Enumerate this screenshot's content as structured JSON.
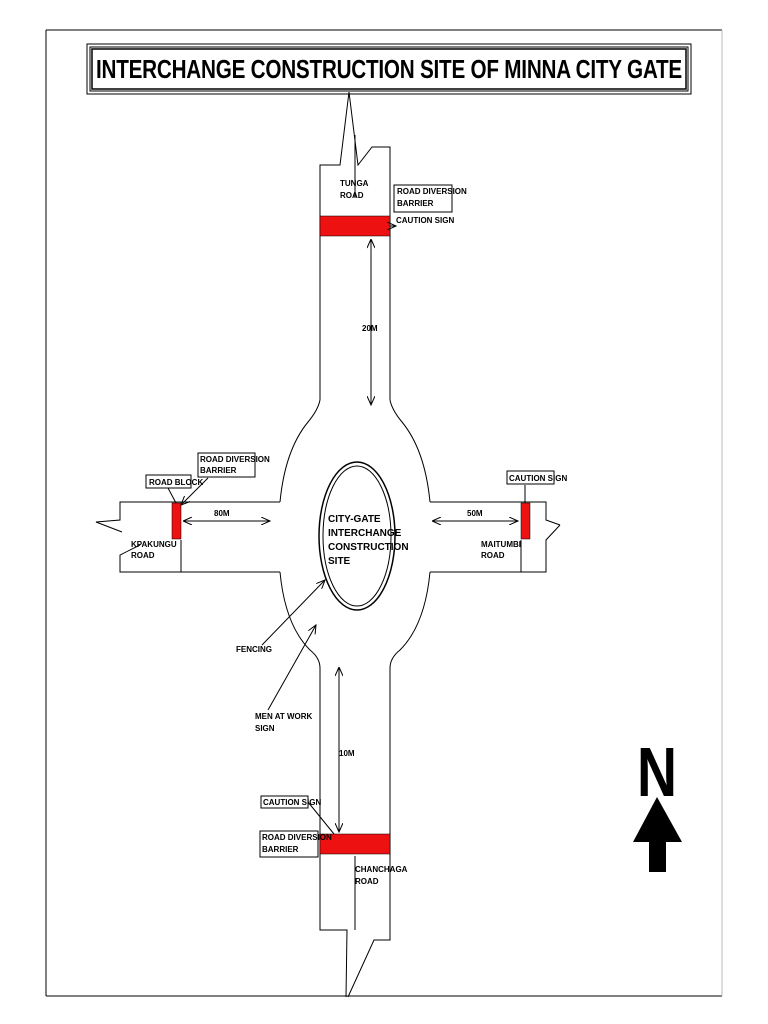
{
  "title": "INTERCHANGE CONSTRUCTION SITE OF MINNA CITY GATE",
  "colors": {
    "barrier": "#ee1111",
    "line": "#000000",
    "background": "#ffffff"
  },
  "center": {
    "line1": "CITY-GATE",
    "line2": "INTERCHANGE",
    "line3": "CONSTRUCTION",
    "line4": "SITE"
  },
  "roads": {
    "north": {
      "line1": "TUNGA",
      "line2": "ROAD"
    },
    "south": {
      "line1": "CHANCHAGA",
      "line2": "ROAD"
    },
    "west": {
      "line1": "KPAKUNGU",
      "line2": "ROAD"
    },
    "east": {
      "line1": "MAITUMBI",
      "line2": "ROAD"
    }
  },
  "distances": {
    "north": "20M",
    "south": "10M",
    "west": "80M",
    "east": "50M"
  },
  "callouts": {
    "north_barrier": {
      "line1": "ROAD DIVERSION",
      "line2": "BARRIER"
    },
    "north_caution": "CAUTION SIGN",
    "west_block": "ROAD BLOCK",
    "west_barrier": {
      "line1": "ROAD DIVERSION",
      "line2": "BARRIER"
    },
    "east_caution": "CAUTION SIGN",
    "south_caution": "CAUTION SIGN",
    "south_barrier": {
      "line1": "ROAD DIVERSION",
      "line2": "BARRIER"
    },
    "fencing": "FENCING",
    "men_at_work": {
      "line1": "MEN AT WORK",
      "line2": "SIGN"
    }
  },
  "north_arrow": {
    "letter": "N",
    "icon": "north-arrow-icon"
  }
}
